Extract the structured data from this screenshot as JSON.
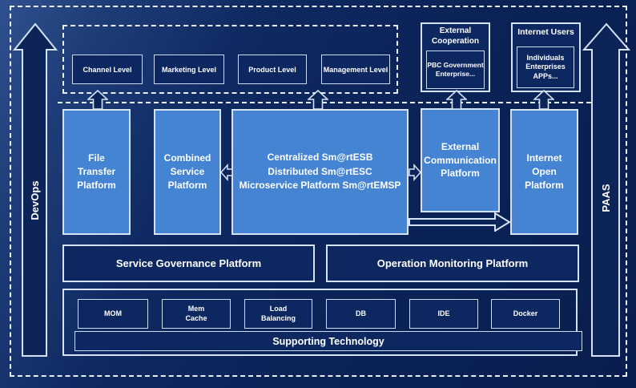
{
  "rails": {
    "devops": "DevOps",
    "paas": "PAAS"
  },
  "levels": {
    "items": [
      "Channel Level",
      "Marketing Level",
      "Product Level",
      "Management Level"
    ]
  },
  "external_cooperation": {
    "title": "External\nCooperation",
    "body": "PBC Government\nEnterprise..."
  },
  "internet_users": {
    "title": "Internet Users",
    "body": "Individuals\nEnterprises\nAPPs..."
  },
  "platforms": {
    "file_transfer": "File\nTransfer\nPlatform",
    "combined_service": "Combined\nService\nPlatform",
    "esb": "Centralized Sm@rtESB\nDistributed Sm@rtESC\nMicroservice Platform Sm@rtEMSP",
    "external_communication": "External\nCommunication\nPlatform",
    "internet_open": "Internet\nOpen\nPlatform"
  },
  "governance": {
    "service": "Service Governance Platform",
    "operation": "Operation Monitoring Platform"
  },
  "supporting": {
    "items": [
      "MOM",
      "Mem\nCache",
      "Load\nBalancing",
      "DB",
      "IDE",
      "Docker"
    ],
    "bar": "Supporting Technology"
  },
  "colors": {
    "background": "#0c2459",
    "panel_blue": "#4584d2",
    "line": "#d6e3f5",
    "text": "#ffffff"
  }
}
